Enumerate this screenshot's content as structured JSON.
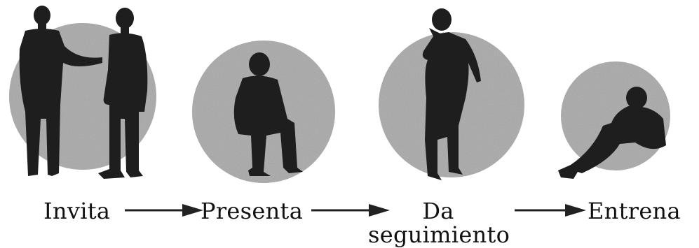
{
  "colors": {
    "circle_fill": "#a8a8a8",
    "silhouette": "#1e1e1e",
    "arrow": "#222222",
    "text": "#111111"
  },
  "steps": [
    {
      "label": "Invita",
      "icon": "two-people-talking-icon"
    },
    {
      "label": "Presenta",
      "icon": "seated-person-icon"
    },
    {
      "label_line1": "Da",
      "label_line2": "seguimiento",
      "icon": "person-on-phone-icon"
    },
    {
      "label": "Entrena",
      "icon": "reclining-person-icon"
    }
  ],
  "arrows": [
    "arrow-right-icon",
    "arrow-right-icon",
    "arrow-right-icon"
  ]
}
